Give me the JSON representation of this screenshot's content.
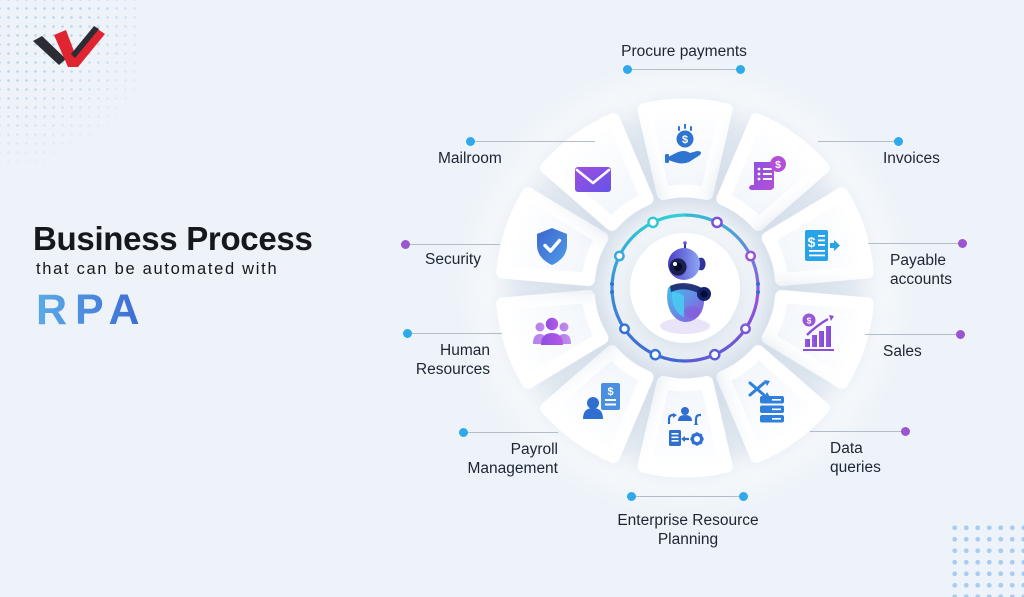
{
  "header": {
    "logo": "brand-logo",
    "title": "Business Process",
    "subtitle": "that can be automated with",
    "highlight": "RPA"
  },
  "icons": {
    "currency_symbol": "$"
  },
  "colors": {
    "background": "#edf3f9",
    "dot_blue": "#2ea9ea",
    "dot_purple": "#9a55cf",
    "ring_teal": "#2fd0d4",
    "ring_purple": "#9a4fd8",
    "brand_red": "#e02430",
    "brand_black": "#2c2c34",
    "rpa_gradient_start": "#5aabe8",
    "rpa_gradient_end": "#3c67d2"
  },
  "wheel": {
    "center": {
      "icon": "robot-icon"
    },
    "segments": [
      {
        "label": "Procure payments",
        "icon": "hand-dollar-icon",
        "dot_color": "#2ea9ea",
        "dots": "both"
      },
      {
        "label": "Invoices",
        "icon": "invoice-icon",
        "dot_color": "#2ea9ea",
        "dots": "end"
      },
      {
        "label": "Payable accounts",
        "icon": "payable-accounts-icon",
        "dot_color": "#9a55cf",
        "dots": "end"
      },
      {
        "label": "Sales",
        "icon": "sales-chart-icon",
        "dot_color": "#9a55cf",
        "dots": "end"
      },
      {
        "label": "Data queries",
        "icon": "data-queries-icon",
        "dot_color": "#9a55cf",
        "dots": "end"
      },
      {
        "label": "Enterprise Resource Planning",
        "icon": "erp-icon",
        "dot_color": "#2ea9ea",
        "dots": "both"
      },
      {
        "label": "Payroll Management",
        "icon": "payroll-icon",
        "dot_color": "#2ea9ea",
        "dots": "start"
      },
      {
        "label": "Human Resources",
        "icon": "hr-people-icon",
        "dot_color": "#2ea9ea",
        "dots": "start"
      },
      {
        "label": "Security",
        "icon": "security-shield-icon",
        "dot_color": "#9a55cf",
        "dots": "start"
      },
      {
        "label": "Mailroom",
        "icon": "envelope-icon",
        "dot_color": "#2ea9ea",
        "dots": "start"
      }
    ]
  }
}
